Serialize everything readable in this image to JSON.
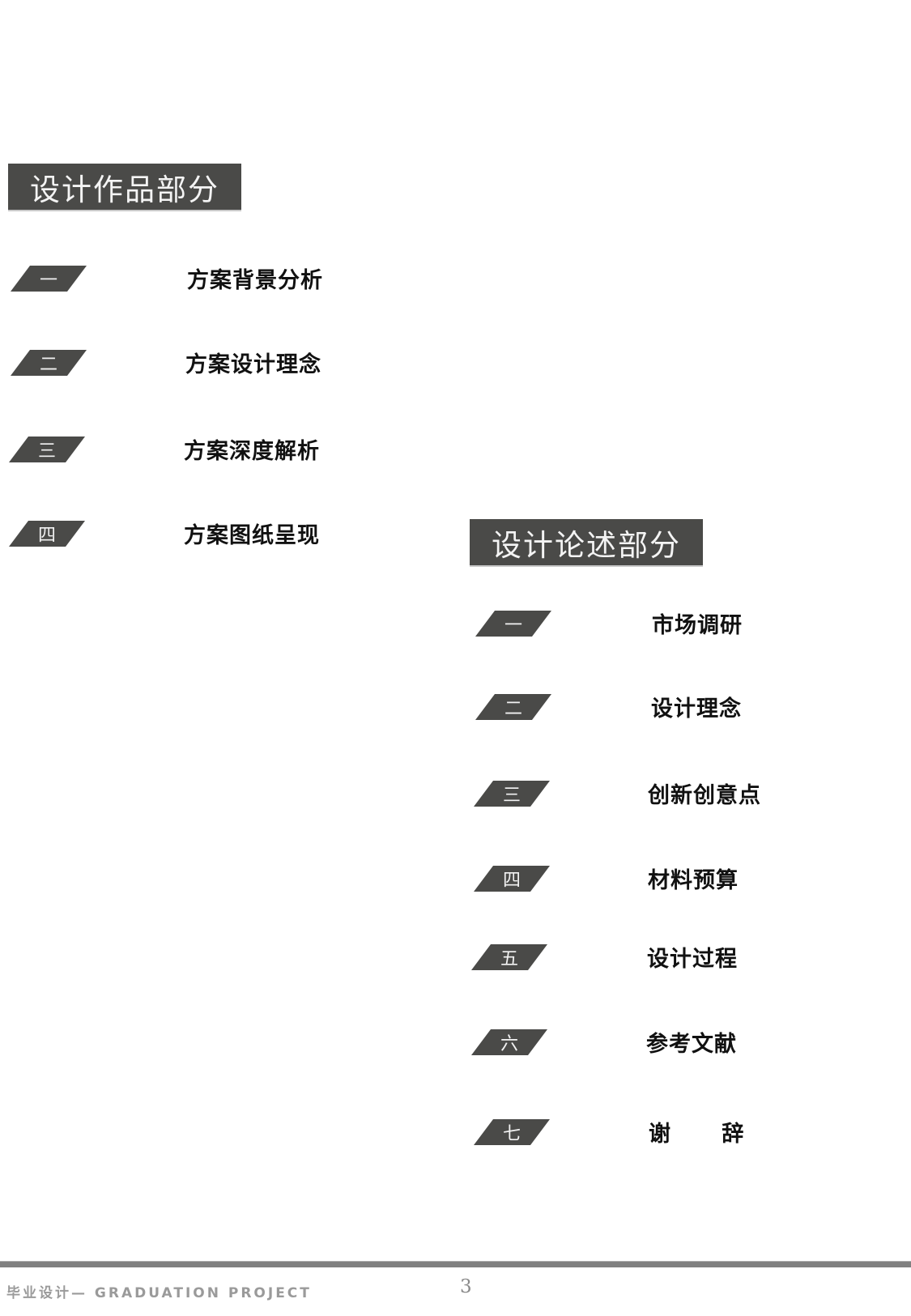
{
  "colors": {
    "badge_fill": "#4a4a48",
    "title_fill": "#4a4a48",
    "footer_bar": "#808080",
    "footer_text": "#9a9a9a"
  },
  "works_section": {
    "title": "设计作品部分",
    "items": [
      {
        "num": "一",
        "label": "方案背景分析"
      },
      {
        "num": "二",
        "label": "方案设计理念"
      },
      {
        "num": "三",
        "label": "方案深度解析"
      },
      {
        "num": "四",
        "label": "方案图纸呈现"
      }
    ]
  },
  "thesis_section": {
    "title": "设计论述部分",
    "items": [
      {
        "num": "一",
        "label": "市场调研"
      },
      {
        "num": "二",
        "label": "设计理念"
      },
      {
        "num": "三",
        "label": "创新创意点"
      },
      {
        "num": "四",
        "label": "材料预算"
      },
      {
        "num": "五",
        "label": "设计过程"
      },
      {
        "num": "六",
        "label": "参考文献"
      },
      {
        "num": "七",
        "label": "谢      辞"
      }
    ]
  },
  "footer": {
    "text": "毕业设计— GRADUATION PROJECT",
    "page_number": "3"
  }
}
